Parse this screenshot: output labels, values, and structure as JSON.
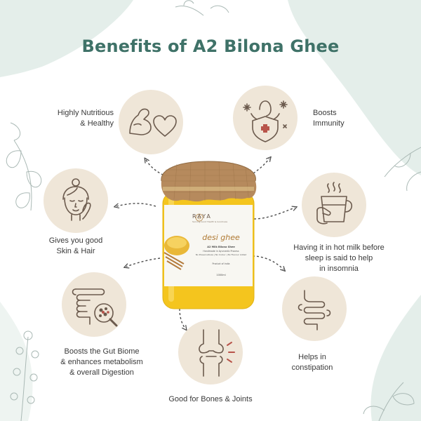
{
  "title": "Benefits of A2 Bilona Ghee",
  "colors": {
    "title": "#3f7268",
    "circle_fill": "#efe6d8",
    "icon_stroke": "#6b5a4d",
    "accent_red": "#b8544a",
    "blob": "#dde8e4",
    "ghee": "#f3c21a",
    "burlap": "#b68a5d"
  },
  "benefits": [
    {
      "id": "nutritious",
      "icon": "flexed-arm-heart-icon",
      "lines": [
        "Highly Nutritious",
        "& Healthy"
      ]
    },
    {
      "id": "immunity",
      "icon": "shield-cross-person-icon",
      "lines": [
        "Boosts",
        "Immunity"
      ]
    },
    {
      "id": "skin-hair",
      "icon": "woman-face-icon",
      "lines": [
        "Gives you good",
        "Skin & Hair"
      ]
    },
    {
      "id": "sleep",
      "icon": "hot-milk-mug-icon",
      "lines": [
        "Having it in hot milk before",
        "sleep is said to help",
        "in insomnia"
      ]
    },
    {
      "id": "gut",
      "icon": "intestine-magnifier-icon",
      "lines": [
        "Boosts the Gut Biome",
        "& enhances metabolism",
        "& overall Digestion"
      ]
    },
    {
      "id": "constipation",
      "icon": "intestine-icon",
      "lines": [
        "Helps in",
        "constipation"
      ]
    },
    {
      "id": "bones",
      "icon": "knee-joint-icon",
      "lines": [
        "Good for Bones & Joints"
      ]
    }
  ],
  "product": {
    "brand": "RAYA",
    "brand_tagline": "Serving Good Health & Goodness",
    "name": "desi ghee",
    "sub1": "A2 Milk Bilona Ghee",
    "sub2": "Handmade in Ayurvedic Process",
    "sub3": "No Preservatives | No Colour | No Flavour Added",
    "origin": "Product of India",
    "volume": "1000ml"
  }
}
